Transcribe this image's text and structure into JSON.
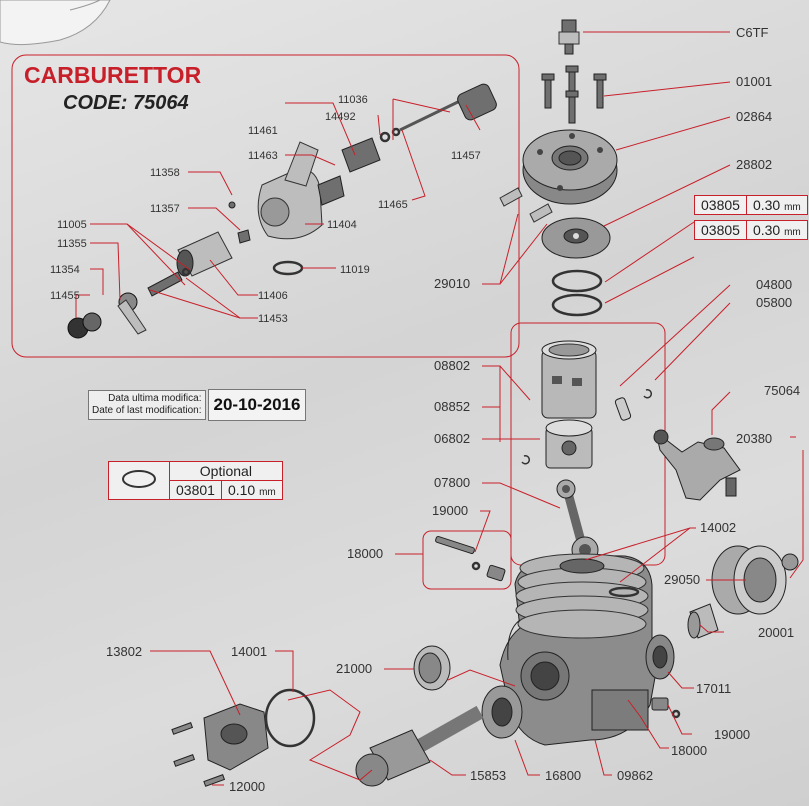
{
  "carburettor": {
    "title": "CARBURETTOR",
    "code": "CODE: 75064"
  },
  "modification": {
    "label_it": "Data ultima modifica:",
    "label_en": "Date of last modification:",
    "date": "20-10-2016"
  },
  "optional": {
    "header": "Optional",
    "code": "03801",
    "thickness": "0.10",
    "unit": "mm"
  },
  "shims": [
    {
      "code": "03805",
      "thickness": "0.30",
      "unit": "mm"
    },
    {
      "code": "03805",
      "thickness": "0.30",
      "unit": "mm"
    }
  ],
  "parts": {
    "c6tf": "C6TF",
    "p01001": "01001",
    "p02864": "02864",
    "p28802": "28802",
    "p04800": "04800",
    "p05800": "05800",
    "p75064": "75064",
    "p20380": "20380",
    "p29010": "29010",
    "p08802": "08802",
    "p08852": "08852",
    "p06802": "06802",
    "p07800": "07800",
    "p19000a": "19000",
    "p18000a": "18000",
    "p14002": "14002",
    "p29050": "29050",
    "p20001": "20001",
    "p13802": "13802",
    "p14001": "14001",
    "p21000": "21000",
    "p17011": "17011",
    "p19000b": "19000",
    "p18000b": "18000",
    "p15853": "15853",
    "p16800": "16800",
    "p09862": "09862",
    "p12000": "12000",
    "p11036": "11036",
    "p14492": "14492",
    "p11461": "11461",
    "p11457": "11457",
    "p11463": "11463",
    "p11358": "11358",
    "p11465": "11465",
    "p11357": "11357",
    "p11404": "11404",
    "p11005": "11005",
    "p11355": "11355",
    "p11019": "11019",
    "p11354": "11354",
    "p11406": "11406",
    "p11455": "11455",
    "p11453": "11453"
  }
}
